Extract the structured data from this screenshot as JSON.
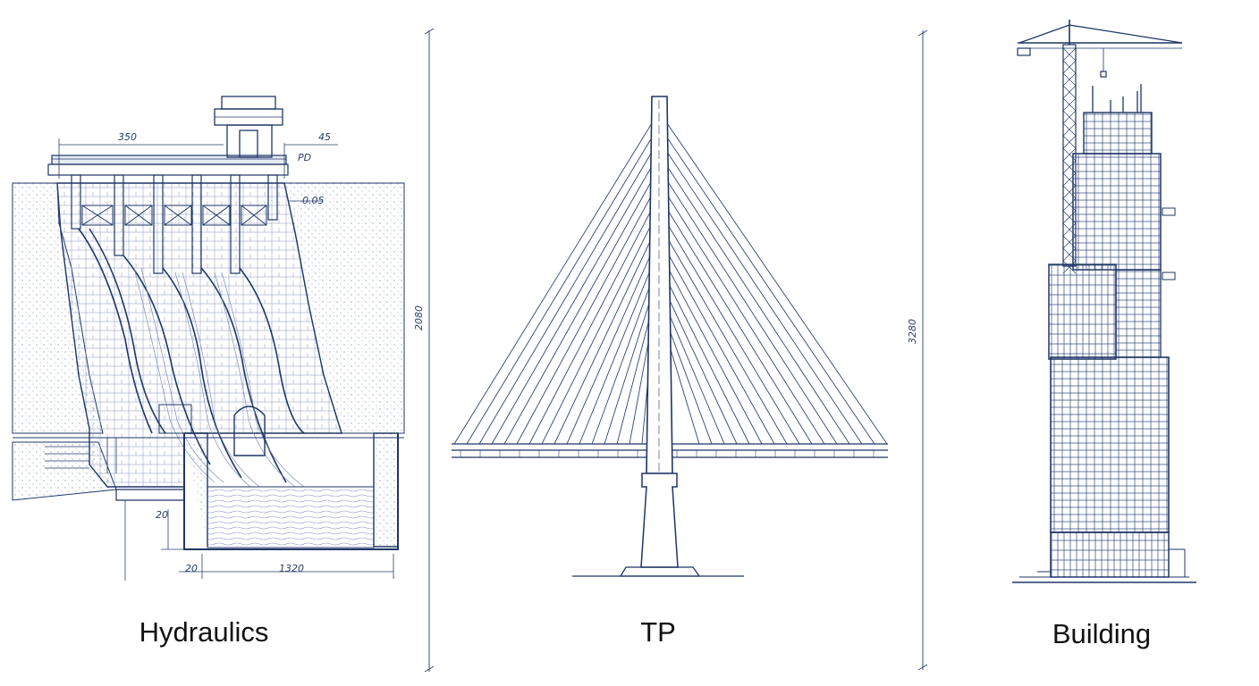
{
  "panels": [
    {
      "id": "hydraulics",
      "caption": "Hydraulics",
      "dimensions": {
        "top_width": "350",
        "top_right": "45",
        "annot_pd": "PD",
        "annot_side": "0.05",
        "left_height": "20",
        "bottom_left": "20",
        "bottom_width": "1320"
      }
    },
    {
      "id": "tp",
      "caption": "TP"
    },
    {
      "id": "building",
      "caption": "Building"
    }
  ],
  "dividers": [
    {
      "label": "2080"
    },
    {
      "label": "3280"
    }
  ],
  "colors": {
    "ink": "#1f3566",
    "ink_light": "#5a6f9a",
    "water": "#c9d3e6",
    "caption": "#111111"
  }
}
